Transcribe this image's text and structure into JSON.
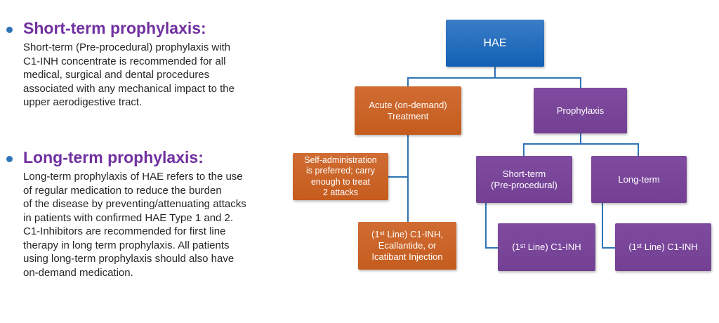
{
  "slide": {
    "background": "#ffffff"
  },
  "colors": {
    "heading_purple": "#7030A0",
    "bullet_dot_blue": "#2E75B6",
    "body_text": "#262626",
    "node_blue": "#1F6CBD",
    "node_orange": "#C96325",
    "node_purple": "#7A4299",
    "connector_blue": "#2E74B5"
  },
  "bullets": [
    {
      "heading": "Short-term prophylaxis:",
      "body": "Short-term (Pre-procedural) prophylaxis with\nC1-INH concentrate is recommended for all\nmedical, surgical and dental procedures\nassociated with any mechanical impact to the\nupper aerodigestive tract."
    },
    {
      "heading": "Long-term prophylaxis:",
      "body": "Long-term prophylaxis of HAE refers to the use\nof regular medication to reduce the burden\nof the disease by preventing/attenuating attacks\nin patients with confirmed HAE Type 1 and 2.\nC1-Inhibitors are recommended for first line\ntherapy in long term prophylaxis. All patients\nusing long-term prophylaxis should also have\non-demand medication."
    }
  ],
  "flowchart": {
    "root": {
      "label": "HAE"
    },
    "acute": {
      "label": "Acute (on-demand)\nTreatment"
    },
    "prophylaxis": {
      "label": "Prophylaxis"
    },
    "self_admin": {
      "label": "Self-administration\nis preferred; carry\nenough to treat\n2 attacks"
    },
    "acute_first_line": {
      "label": "(1ˢᵗ Line) C1-INH,\nEcallantide, or\nIcatibant Injection"
    },
    "short_term": {
      "label": "Short-term\n(Pre-procedural)"
    },
    "long_term": {
      "label": "Long-term"
    },
    "short_term_first_line": {
      "label": "(1ˢᵗ Line) C1-INH"
    },
    "long_term_first_line": {
      "label": "(1ˢᵗ Line) C1-INH"
    }
  }
}
